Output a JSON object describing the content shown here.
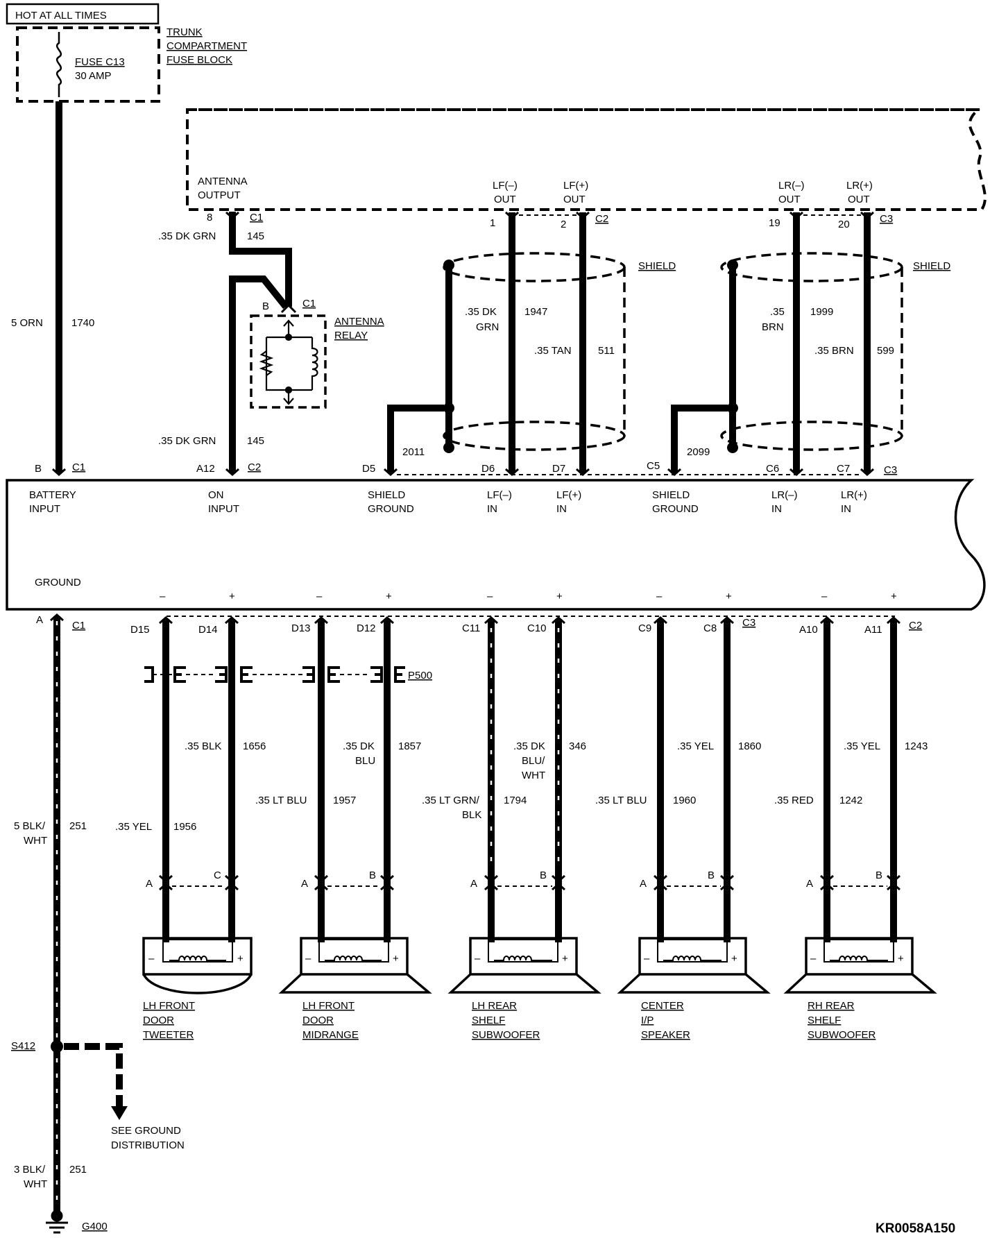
{
  "header": {
    "hot_label": "HOT AT ALL TIMES",
    "fuse_block": [
      "TRUNK",
      "COMPARTMENT",
      "FUSE BLOCK"
    ],
    "fuse_name": "FUSE C13",
    "fuse_rating": "30 AMP"
  },
  "battery_wire": {
    "gauge": "5 ORN",
    "circuit": "1740",
    "pin": "B",
    "conn": "C1"
  },
  "radio": {
    "antenna_output": [
      "ANTENNA",
      "OUTPUT"
    ],
    "ant_pin": "8",
    "ant_conn": "C1",
    "lf_neg_out": [
      "LF(–)",
      "OUT"
    ],
    "lf_pos_out": [
      "LF(+)",
      "OUT"
    ],
    "lr_neg_out": [
      "LR(–)",
      "OUT"
    ],
    "lr_pos_out": [
      "LR(+)",
      "OUT"
    ],
    "pin_1": "1",
    "pin_2": "2",
    "conn_c2": "C2",
    "pin_19": "19",
    "pin_20": "20",
    "conn_c3": "C3"
  },
  "antenna_wires": {
    "top_gauge": ".35 DK GRN",
    "top_circuit": "145",
    "bottom_gauge": ".35 DK GRN",
    "bottom_circuit": "145",
    "pin_a12": "A12",
    "conn_c2": "C2"
  },
  "antenna_relay": {
    "pin": "B",
    "conn": "C1",
    "label": [
      "ANTENNA",
      "RELAY"
    ]
  },
  "shield_left": {
    "label": "SHIELD",
    "w1_gauge": [
      ".35 DK",
      "GRN"
    ],
    "w1_circuit": "1947",
    "w2_gauge": ".35 TAN",
    "w2_circuit": "511",
    "drain": "2011",
    "pin_d5": "D5",
    "pin_d6": "D6",
    "pin_d7": "D7"
  },
  "shield_right": {
    "label": "SHIELD",
    "w1_gauge": [
      ".35",
      "BRN"
    ],
    "w1_circuit": "1999",
    "w2_gauge": ".35 BRN",
    "w2_circuit": "599",
    "drain": "2099",
    "pin_c5": "C5",
    "pin_c6": "C6",
    "pin_c7": "C7",
    "conn": "C3"
  },
  "amplifier": {
    "battery_input": [
      "BATTERY",
      "INPUT"
    ],
    "on_input": [
      "ON",
      "INPUT"
    ],
    "shield_ground_1": [
      "SHIELD",
      "GROUND"
    ],
    "lf_neg_in": [
      "LF(–)",
      "IN"
    ],
    "lf_pos_in": [
      "LF(+)",
      "IN"
    ],
    "shield_ground_2": [
      "SHIELD",
      "GROUND"
    ],
    "lr_neg_in": [
      "LR(–)",
      "IN"
    ],
    "lr_pos_in": [
      "LR(+)",
      "IN"
    ],
    "ground": "GROUND",
    "minus": "–",
    "plus": "+"
  },
  "ground_wire": {
    "pin": "A",
    "conn": "C1",
    "gauge": [
      "5 BLK/",
      "WHT"
    ],
    "circuit": "251",
    "splice": "S412",
    "see_ground": [
      "SEE GROUND",
      "DISTRIBUTION"
    ],
    "gauge2": [
      "3 BLK/",
      "WHT"
    ],
    "circuit2": "251",
    "ground_point": "G400"
  },
  "bottom_pins": {
    "d15": "D15",
    "d14": "D14",
    "d13": "D13",
    "d12": "D12",
    "c11": "C11",
    "c10": "C10",
    "c9": "C9",
    "c8": "C8",
    "conn_c3": "C3",
    "a10": "A10",
    "a11": "A11",
    "conn_c2": "C2",
    "p500": "P500"
  },
  "speakers": [
    {
      "name": [
        "LH FRONT",
        "DOOR",
        "TWEETER"
      ],
      "wires": [
        {
          "gauge": [
            ".35 YEL"
          ],
          "circuit": "1956"
        },
        {
          "gauge": [
            ".35 BLK"
          ],
          "circuit": "1656"
        }
      ],
      "pins": [
        "A",
        "C"
      ]
    },
    {
      "name": [
        "LH FRONT",
        "DOOR",
        "MIDRANGE"
      ],
      "wires": [
        {
          "gauge": [
            ".35 LT BLU"
          ],
          "circuit": "1957"
        },
        {
          "gauge": [
            ".35 DK",
            "BLU"
          ],
          "circuit": "1857"
        }
      ],
      "pins": [
        "A",
        "B"
      ]
    },
    {
      "name": [
        "LH REAR",
        "SHELF",
        "SUBWOOFER"
      ],
      "wires": [
        {
          "gauge": [
            ".35 LT GRN/",
            "BLK"
          ],
          "circuit": "1794"
        },
        {
          "gauge": [
            ".35 DK",
            "BLU/",
            "WHT"
          ],
          "circuit": "346"
        }
      ],
      "pins": [
        "A",
        "B"
      ]
    },
    {
      "name": [
        "CENTER",
        "I/P",
        "SPEAKER"
      ],
      "wires": [
        {
          "gauge": [
            ".35 LT BLU"
          ],
          "circuit": "1960"
        },
        {
          "gauge": [
            ".35 YEL"
          ],
          "circuit": "1860"
        }
      ],
      "pins": [
        "A",
        "B"
      ]
    },
    {
      "name": [
        "RH REAR",
        "SHELF",
        "SUBWOOFER"
      ],
      "wires": [
        {
          "gauge": [
            ".35 RED"
          ],
          "circuit": "1242"
        },
        {
          "gauge": [
            ".35 YEL"
          ],
          "circuit": "1243"
        }
      ],
      "pins": [
        "A",
        "B"
      ]
    }
  ],
  "figure_id": "KR0058A150"
}
